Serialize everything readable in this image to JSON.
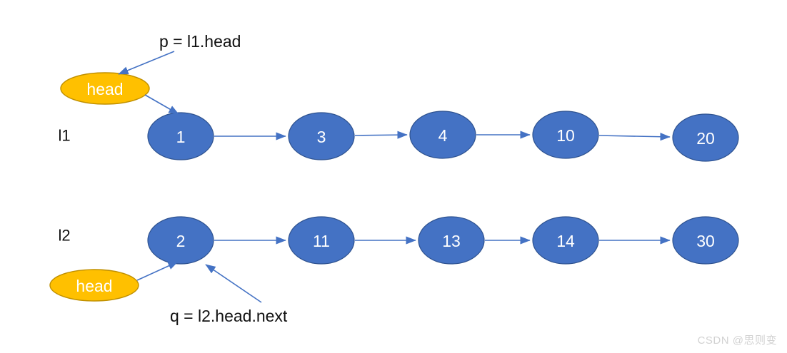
{
  "diagram": {
    "title": "Linked list merge pointer diagram",
    "colors": {
      "node_fill": "#4472C4",
      "node_stroke": "#2E528F",
      "head_fill": "#FFC000",
      "head_stroke": "#BF8F00",
      "arrow": "#4472C4",
      "text_dark": "#111111",
      "text_light": "#FFFFFF",
      "background": "#FFFFFF"
    },
    "lists": [
      {
        "name": "l1",
        "label": "l1",
        "head_label": "head",
        "nodes": [
          {
            "value": "1"
          },
          {
            "value": "3"
          },
          {
            "value": "4"
          },
          {
            "value": "10"
          },
          {
            "value": "20"
          }
        ]
      },
      {
        "name": "l2",
        "label": "l2",
        "head_label": "head",
        "nodes": [
          {
            "value": "2"
          },
          {
            "value": "11"
          },
          {
            "value": "13"
          },
          {
            "value": "14"
          },
          {
            "value": "30"
          }
        ]
      }
    ],
    "annotations": [
      {
        "id": "p",
        "text": "p = l1.head"
      },
      {
        "id": "q",
        "text": "q = l2.head.next"
      }
    ]
  },
  "watermark": {
    "text": "CSDN @思则变"
  }
}
